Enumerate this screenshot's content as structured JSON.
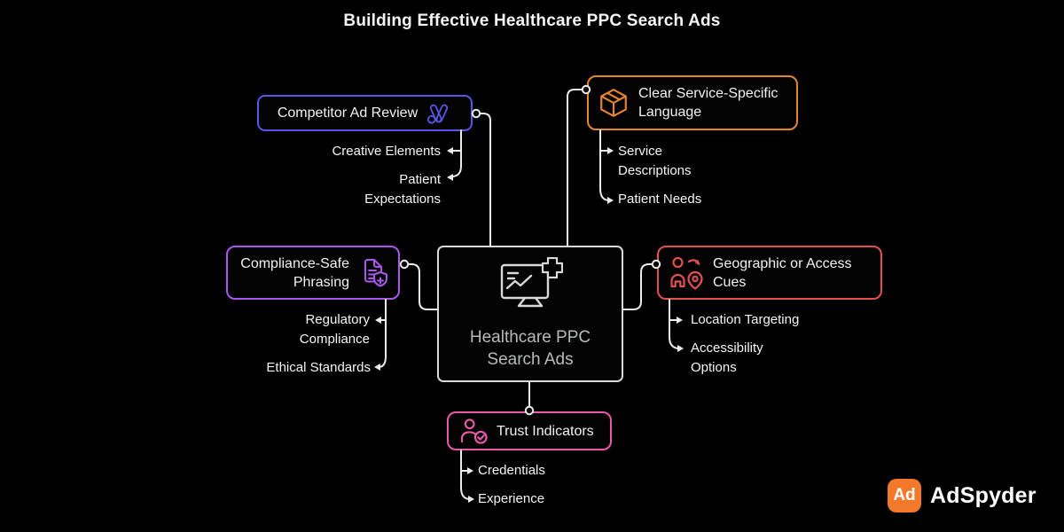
{
  "background": "#000000",
  "connector_color": "#ececec",
  "title": "Building Effective Healthcare PPC Search Ads",
  "center_node": {
    "label": "Healthcare PPC Search Ads",
    "icon": "monitor-medical-ad-icon",
    "color": "#d9d9d9",
    "text_color": "#b7babd"
  },
  "nodes": {
    "competitor": {
      "label": "Competitor Ad Review",
      "icon": "google-ads-icon",
      "color": "#5b55e6",
      "children": [
        "Creative Elements",
        "Patient Expectations"
      ]
    },
    "clear_service": {
      "label": "Clear Service-Specific Language",
      "icon": "package-cube-icon",
      "color": "#e8862d",
      "children": [
        "Service Descriptions",
        "Patient Needs"
      ]
    },
    "compliance": {
      "label": "Compliance-Safe Phrasing",
      "icon": "document-shield-plus-icon",
      "color": "#a957e8",
      "children": [
        "Regulatory Compliance",
        "Ethical Standards"
      ]
    },
    "geographic": {
      "label": "Geographic or Access Cues",
      "icon": "person-location-pin-icon",
      "color": "#e25050",
      "children": [
        "Location Targeting",
        "Accessibility Options"
      ]
    },
    "trust": {
      "label": "Trust Indicators",
      "icon": "person-check-icon",
      "color": "#e85aaa",
      "children": [
        "Credentials",
        "Experience"
      ]
    }
  },
  "brand": {
    "name": "AdSpyder",
    "mark": "Ad",
    "color": "#f4782a"
  }
}
